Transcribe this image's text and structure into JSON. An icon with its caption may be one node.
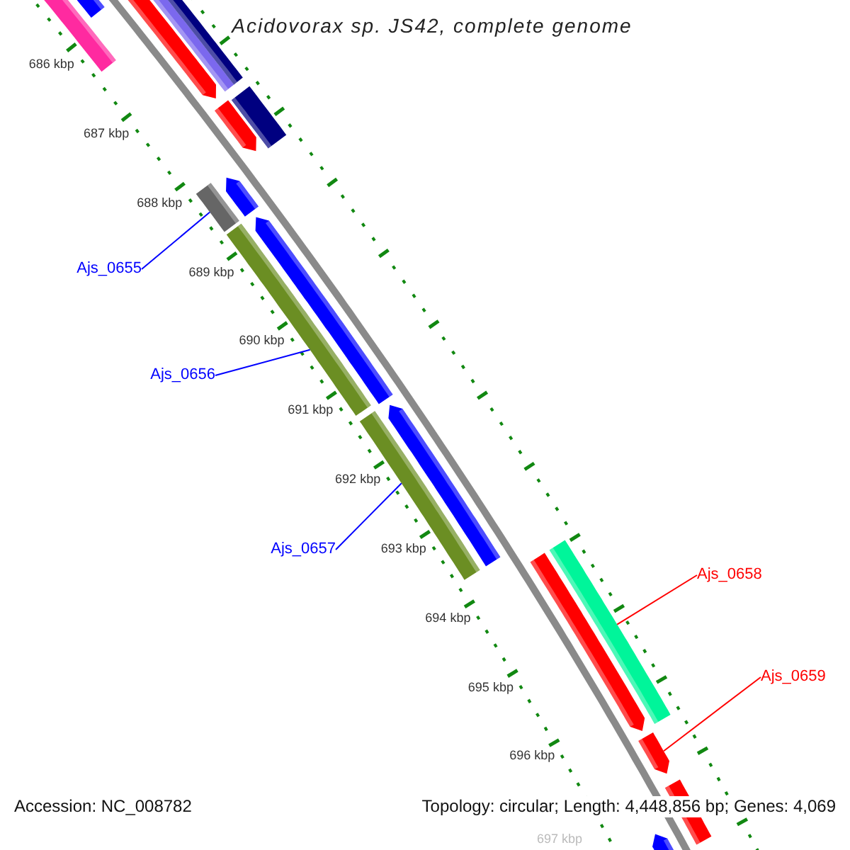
{
  "diagram": {
    "title": "Acidovorax sp. JS42, complete genome",
    "nodes": [
      {
        "text": [
          "Ajs_0655"
        ]
      },
      {
        "text": [],
        "shape": "bar"
      },
      {
        "text": [
          "Ajs_0656"
        ]
      },
      {
        "text": [],
        "shape": "bar"
      },
      {
        "text": [
          "Ajs_0657"
        ]
      },
      {
        "text": [],
        "shape": "bar"
      },
      {
        "text": [
          "Ajs_0658"
        ]
      },
      {
        "text": [],
        "shape": "bar"
      },
      {
        "text": [
          "Ajs_0659"
        ]
      },
      {
        "text": [],
        "shape": "bar"
      }
    ],
    "edges": [
      {
        "from": 0,
        "to": 1,
        "arrow": "none"
      },
      {
        "from": 2,
        "to": 3,
        "arrow": "none"
      },
      {
        "from": 4,
        "to": 5,
        "arrow": "none"
      },
      {
        "from": 6,
        "to": 7,
        "arrow": "none",
        "color": "#ff0000"
      },
      {
        "from": 8,
        "to": 9,
        "arrow": "none",
        "color": "#ff0000"
      }
    ],
    "labels": [
      "686 kbp",
      "687 kbp",
      "688 kbp",
      "689 kbp",
      "690 kbp",
      "691 kbp",
      "692 kbp",
      "693 kbp",
      "694 kbp",
      "695 kbp",
      "696 kbp",
      "697 kbp",
      "Accession: NC_008782",
      "Topology: circular; Length: 4,448,856 bp; Genes: 4,069"
    ]
  }
}
